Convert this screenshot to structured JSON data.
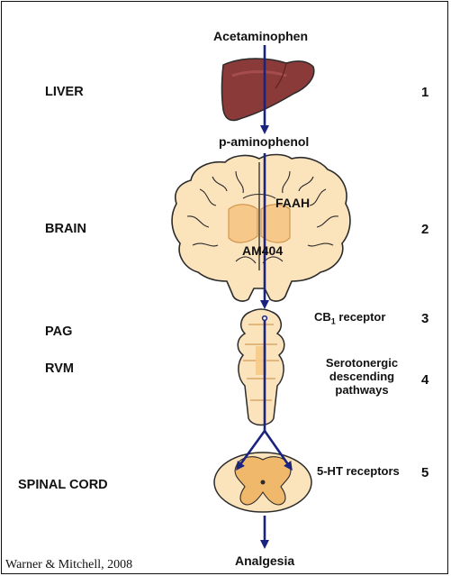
{
  "figure": {
    "top_label": "Acetaminophen",
    "metabolite_label": "p-aminophenol",
    "bottom_label": "Analgesia",
    "brain_labels": {
      "enzyme": "FAAH",
      "metabolite": "AM404"
    },
    "regions": [
      {
        "label": "LIVER"
      },
      {
        "label": "BRAIN"
      },
      {
        "label": "PAG"
      },
      {
        "label": "RVM"
      },
      {
        "label": "SPINAL CORD"
      }
    ],
    "mechanisms": [
      {
        "step": "1",
        "text": ""
      },
      {
        "step": "2",
        "text": ""
      },
      {
        "step": "3",
        "text_main": "CB",
        "text_sub": "1",
        "text_tail": " receptor"
      },
      {
        "step": "4",
        "line1": "Serotonergic",
        "line2": "descending",
        "line3": "pathways"
      },
      {
        "step": "5",
        "text": "5-HT receptors"
      }
    ],
    "citation": "Warner & Mitchell, 2008"
  },
  "colors": {
    "arrow": "#1a237e",
    "liver": "#8b3a3a",
    "brain_fill": "#fbe3bc",
    "brain_deep": "#f6c98a",
    "cord_grey": "#f0b86a",
    "outline": "#2b2b2b"
  }
}
